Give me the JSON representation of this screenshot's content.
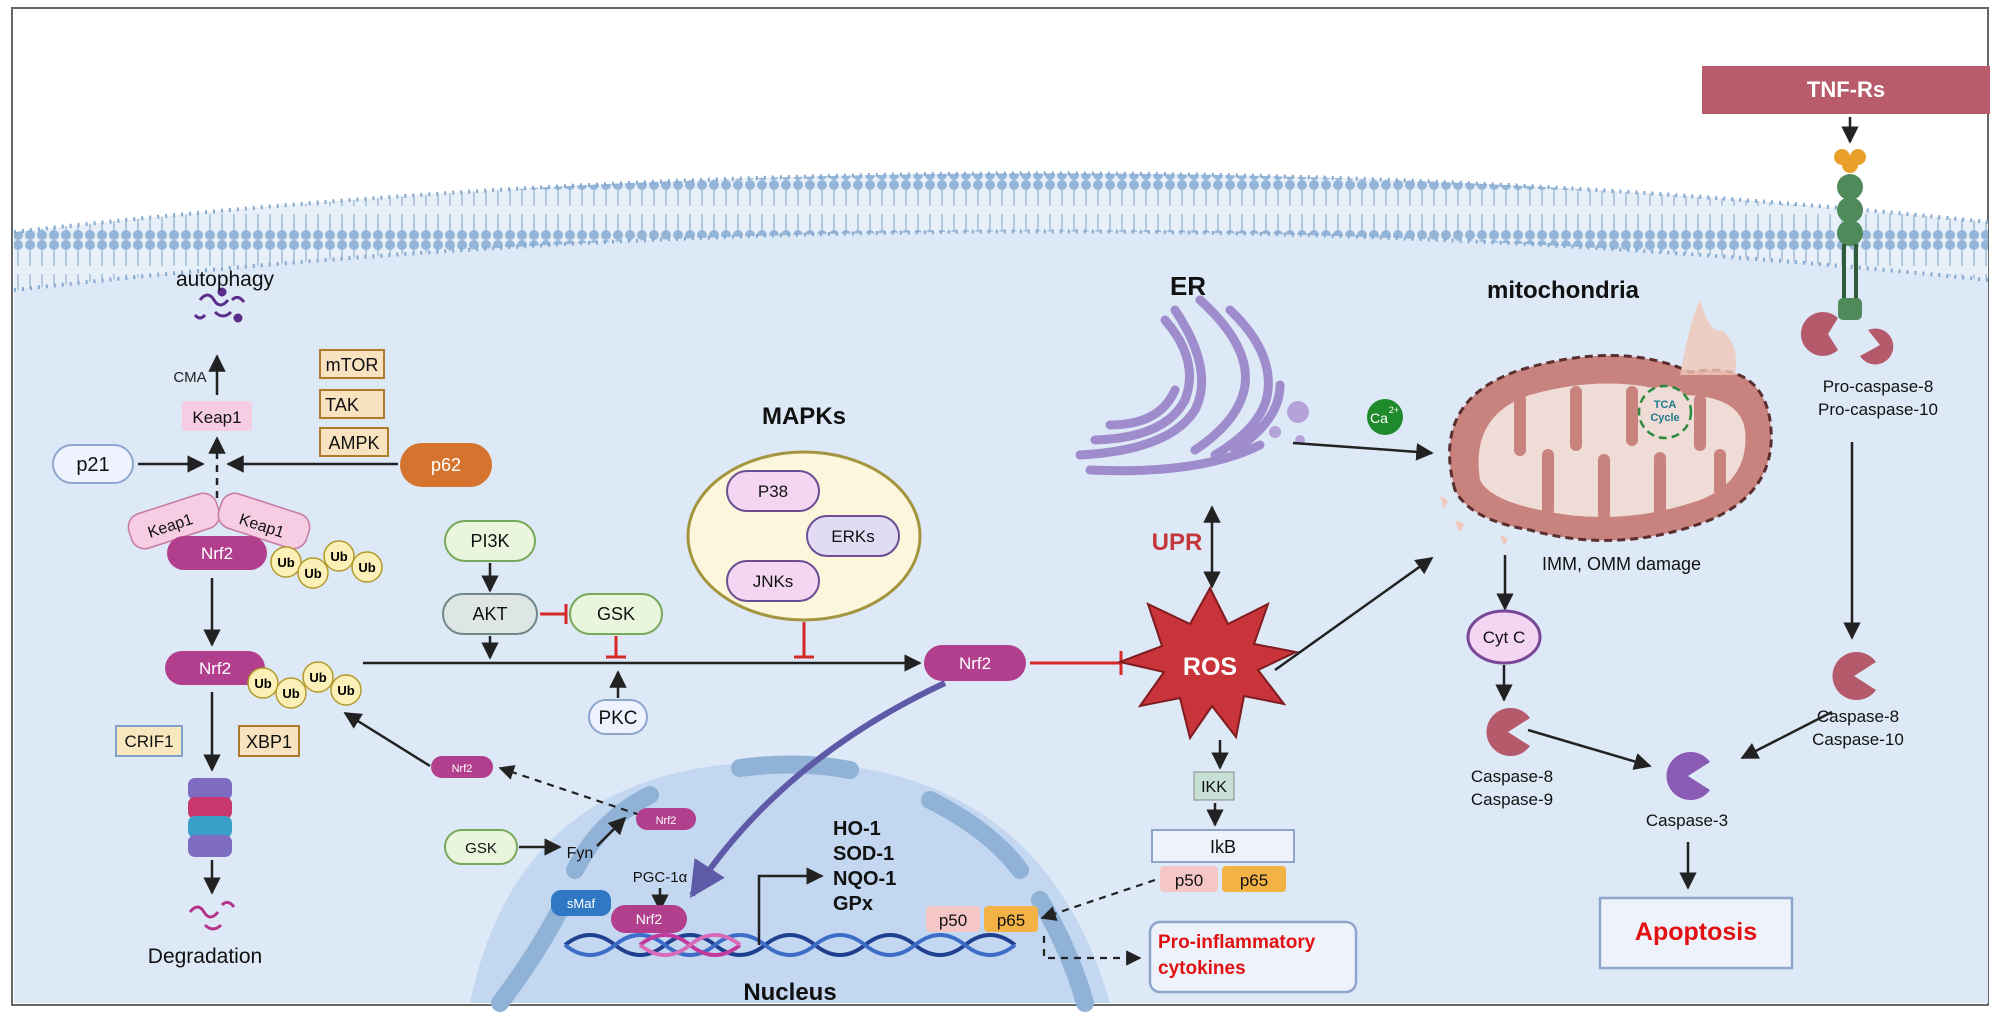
{
  "labels": {
    "autophagy": "autophagy",
    "cma": "CMA",
    "keap1_single": "Keap1",
    "mtor": "mTOR",
    "tak": "TAK",
    "ampk": "AMPK",
    "p21": "p21",
    "p62": "p62",
    "keap1_left": "Keap1",
    "keap1_right": "Keap1",
    "nrf2_complex": "Nrf2",
    "ub": "Ub",
    "nrf2_ub": "Nrf2",
    "crif1": "CRIF1",
    "xbp1": "XBP1",
    "degradation": "Degradation",
    "mapks_title": "MAPKs",
    "p38": "P38",
    "erks": "ERKs",
    "jnks": "JNKs",
    "pi3k": "PI3K",
    "akt": "AKT",
    "gsk_top": "GSK",
    "pkc": "PKC",
    "nrf2_center": "Nrf2",
    "nrf2_small_1": "Nrf2",
    "nrf2_small_2": "Nrf2",
    "gsk_bottom": "GSK",
    "fyn": "Fyn",
    "pgc1a": "PGC-1α",
    "smaf": "sMaf",
    "nrf2_nucleus": "Nrf2",
    "ho1": "HO-1",
    "sod1": "SOD-1",
    "nqo1": "NQO-1",
    "gpx": "GPx",
    "p50_nucleus": "p50",
    "p65_nucleus": "p65",
    "nucleus": "Nucleus",
    "er": "ER",
    "upr": "UPR",
    "ros": "ROS",
    "ikk": "IKK",
    "ikb": "IkB",
    "p50": "p50",
    "p65": "p65",
    "proinflammatory_1": "Pro-inflammatory",
    "proinflammatory_2": "cytokines",
    "ca": "Ca",
    "ca_sup": "2+",
    "mitochondria": "mitochondria",
    "tca_1": "TCA",
    "tca_2": "Cycle",
    "imm_omm": "IMM, OMM damage",
    "cytc": "Cyt C",
    "casp89_1": "Caspase-8",
    "casp89_2": "Caspase-9",
    "casp3": "Caspase-3",
    "apoptosis": "Apoptosis",
    "tnfrs": "TNF-Rs",
    "procasp_1": "Pro-caspase-8",
    "procasp_2": "Pro-caspase-10",
    "casp810_1": "Caspase-8",
    "casp810_2": "Caspase-10"
  },
  "colors": {
    "cell": "#dde9f6",
    "membrane_head": "#8fb2d6",
    "nucleus": "#c3d8f0",
    "nrf2": "#b13f8d",
    "keap1": "#f6cde2",
    "ub": "#fbf0b8",
    "er": "#9f8ccc",
    "mito_outer": "#c9837e",
    "mito_inner": "#f0dcd6",
    "ros": "#c9343a",
    "red_text": "#e11111",
    "caspase": "#b55a6a",
    "caspase3": "#8a5bb5",
    "tnfrs": "#b85b6a",
    "p62": "#d4742f",
    "inhibit": "#d62828"
  }
}
